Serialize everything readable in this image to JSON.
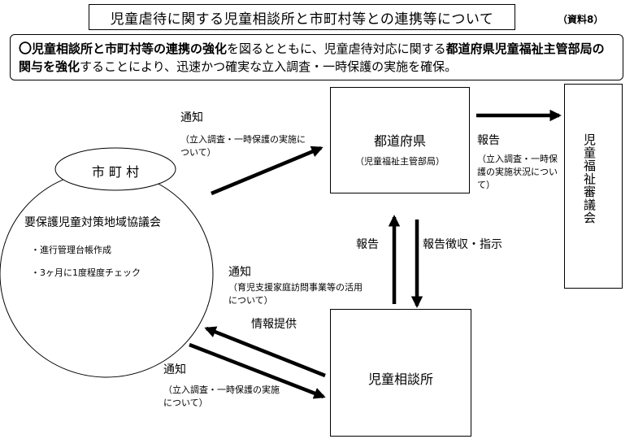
{
  "title": "児童虐待に関する児童相談所と市町村等との連携等について",
  "doc_ref": "（資料8）",
  "summary": {
    "mark": "〇",
    "part1_bold": "児童相談所と市町村等の連携の強化",
    "part2": "を図るとともに、児童虐待対応に関する",
    "part3_bold": "都道府県児童福祉主管部局の関与を強化",
    "part4": "することにより、迅速かつ確実な立入調査・一時保護の実施を確保。"
  },
  "nodes": {
    "prefecture": {
      "name": "都道府県",
      "sub": "（児童福祉主管部局）"
    },
    "council": {
      "name": "児童福祉審議会"
    },
    "center": {
      "name": "児童相談所"
    },
    "municipality": {
      "name": "市 町 村",
      "council_name": "要保護児童対策地域協議会",
      "bullets": [
        "・進行管理台帳作成",
        "・3ヶ月に1度程度チェック"
      ]
    }
  },
  "edges": {
    "muni_to_pref": {
      "label": "通知",
      "sub": "（立入調査・一時保護の実施について）"
    },
    "pref_to_council": {
      "label": "報告",
      "sub": "（立入調査・一時保護の実施状況について）"
    },
    "center_to_pref": {
      "label": "報告"
    },
    "pref_to_center": {
      "label": "報告徴収・指示"
    },
    "center_to_muni_notice": {
      "label": "通知",
      "sub": "（育児支援家庭訪問事業等の活用について）"
    },
    "center_to_muni_info": {
      "label": "情報提供"
    },
    "muni_to_center": {
      "label": "通知",
      "sub": "（立入調査・一時保護の実施について）"
    }
  }
}
